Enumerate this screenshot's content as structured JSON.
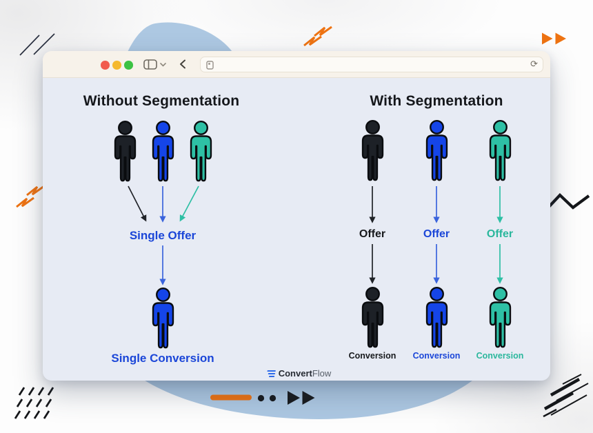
{
  "browser": {
    "address_value": "",
    "toolbar_icons": [
      "close",
      "minimize",
      "zoom",
      "sidebar",
      "chevron-down",
      "back",
      "forward",
      "privacy-shield",
      "page",
      "reload"
    ]
  },
  "diagram": {
    "without": {
      "title": "Without Segmentation",
      "offer_label": "Single Offer",
      "conversion_label": "Single Conversion",
      "visitor_colors": [
        "#1d2127",
        "#1545e8",
        "#2ec0a5"
      ]
    },
    "with": {
      "title": "With Segmentation",
      "columns": [
        {
          "offer_label": "Offer",
          "conversion_label": "Conversion",
          "person_color": "#1d2127",
          "label_color": "#17191c"
        },
        {
          "offer_label": "Offer",
          "conversion_label": "Conversion",
          "person_color": "#1545e8",
          "label_color": "#1b46d8"
        },
        {
          "offer_label": "Offer",
          "conversion_label": "Conversion",
          "person_color": "#2ec0a5",
          "label_color": "#2ab79c"
        }
      ]
    }
  },
  "logo": {
    "bold": "Convert",
    "light": "Flow"
  },
  "colors": {
    "blob": "#adc8e2",
    "accent_orange": "#ee7312",
    "chrome_bg": "#f7f2ea",
    "content_bg": "#e7ebf4",
    "blue": "#1545e8",
    "teal": "#2ec0a5",
    "text_blue": "#1b46d8",
    "text_teal": "#2ab79c",
    "traffic_lights": [
      "#f15b4e",
      "#f5b92e",
      "#3cc243"
    ]
  }
}
